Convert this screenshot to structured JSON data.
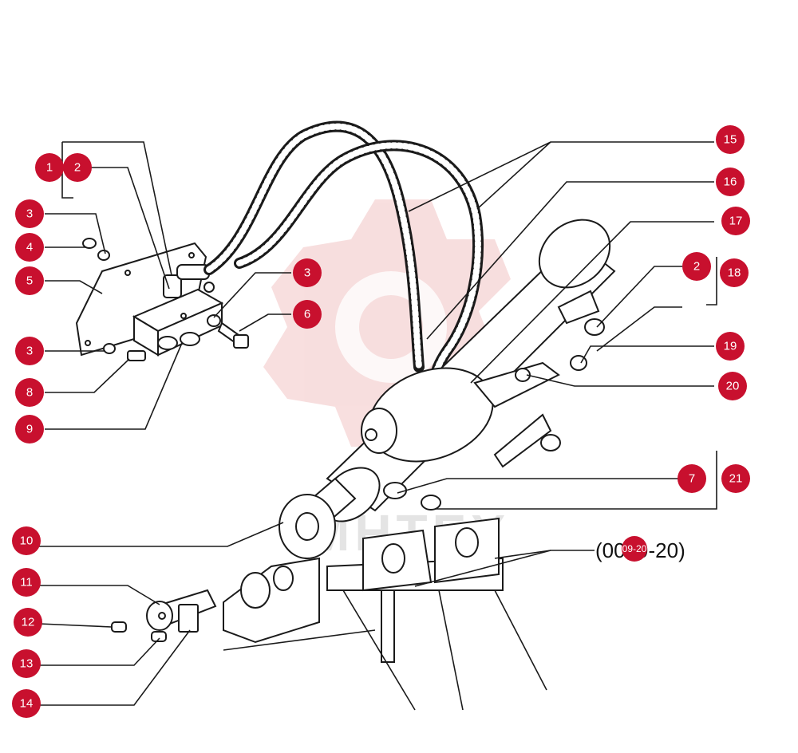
{
  "callouts": [
    {
      "id": "c1",
      "label": "1"
    },
    {
      "id": "c2a",
      "label": "2"
    },
    {
      "id": "c3a",
      "label": "3"
    },
    {
      "id": "c4",
      "label": "4"
    },
    {
      "id": "c5",
      "label": "5"
    },
    {
      "id": "c3b",
      "label": "3"
    },
    {
      "id": "c8",
      "label": "8"
    },
    {
      "id": "c9",
      "label": "9"
    },
    {
      "id": "c3c",
      "label": "3"
    },
    {
      "id": "c6",
      "label": "6"
    },
    {
      "id": "c15",
      "label": "15"
    },
    {
      "id": "c16",
      "label": "16"
    },
    {
      "id": "c17",
      "label": "17"
    },
    {
      "id": "c2b",
      "label": "2"
    },
    {
      "id": "c18",
      "label": "18"
    },
    {
      "id": "c19",
      "label": "19"
    },
    {
      "id": "c20",
      "label": "20"
    },
    {
      "id": "c7",
      "label": "7"
    },
    {
      "id": "c21",
      "label": "21"
    },
    {
      "id": "c10",
      "label": "10"
    },
    {
      "id": "c11",
      "label": "11"
    },
    {
      "id": "c12",
      "label": "12"
    },
    {
      "id": "c13",
      "label": "13"
    },
    {
      "id": "c14",
      "label": "14"
    }
  ],
  "reference": {
    "text": "(0009-20)",
    "badge": "09-20"
  },
  "watermark": {
    "text": "MHTEY"
  },
  "colors": {
    "callout": "#c8102e",
    "watermark": "#f2c4c4",
    "line": "#1a1a1a"
  }
}
